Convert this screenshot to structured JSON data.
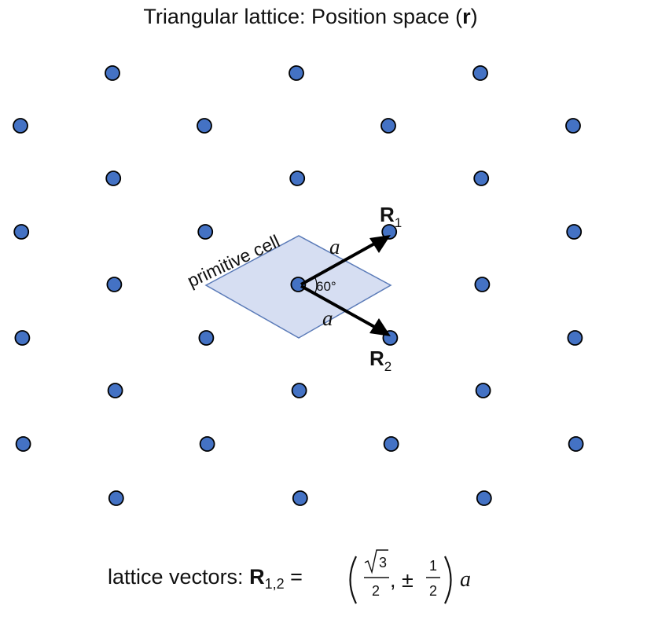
{
  "title": {
    "main": "Triangular lattice: Position space (",
    "bold": "r",
    "close": ")"
  },
  "cell_label": "primitive cell",
  "angle_label": "60°",
  "lattice_constant": "a",
  "vectors": {
    "r1": {
      "symbol": "R",
      "subscript": "1"
    },
    "r2": {
      "symbol": "R",
      "subscript": "2"
    }
  },
  "formula": {
    "prefix": "lattice vectors: ",
    "symbol": "R",
    "subscript": "1,2",
    "equals": " = ",
    "sqrt3": "3",
    "denominator_1": "2",
    "comma_pm": ", ±",
    "numerator_2": "1",
    "denominator_2": "2",
    "trailing": "a"
  },
  "colors": {
    "site_fill": "#4472c4",
    "cell_fill": "#d6def2",
    "cell_stroke": "#5b7bb8",
    "arrow": "#000000"
  }
}
